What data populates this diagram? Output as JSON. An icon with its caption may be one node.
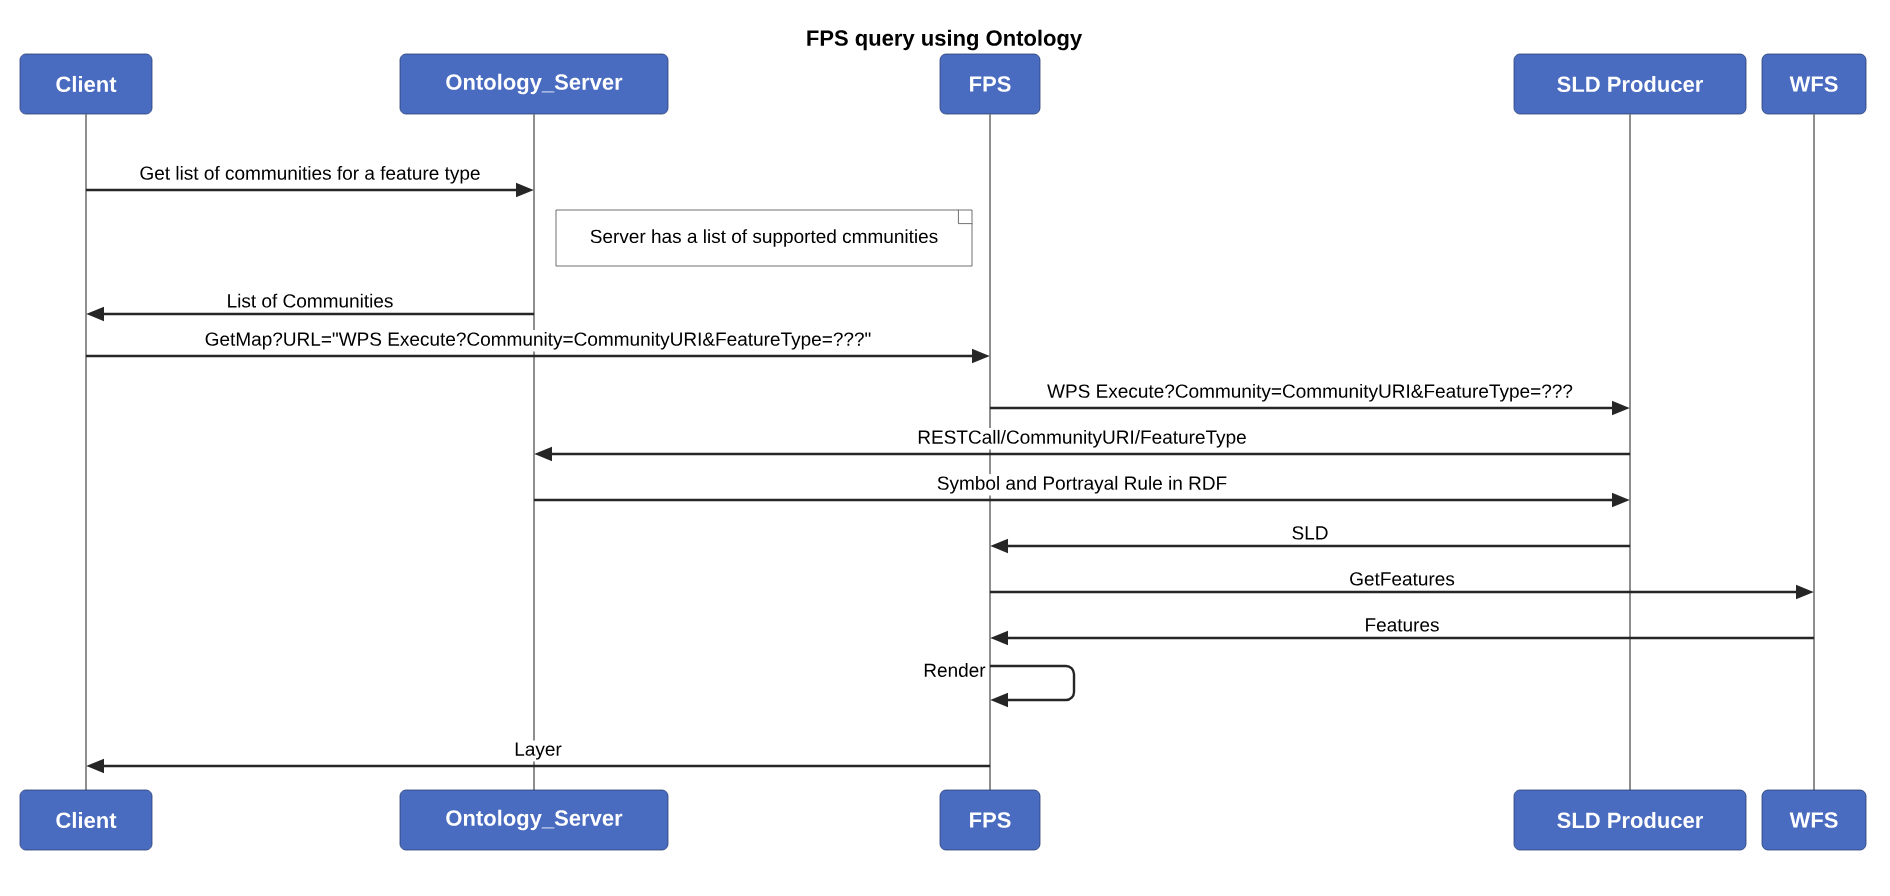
{
  "diagram": {
    "title": "FPS query using Ontology",
    "nodes": [
      {
        "text": [
          "Client"
        ]
      },
      {
        "text": [
          "Ontology_Server"
        ]
      },
      {
        "text": [
          "FPS"
        ]
      },
      {
        "text": [
          "SLD Producer"
        ]
      },
      {
        "text": [
          "WFS"
        ]
      },
      {
        "text": [],
        "shape": "line"
      },
      {
        "text": [],
        "shape": "line"
      },
      {
        "text": [],
        "shape": "line"
      },
      {
        "text": [],
        "shape": "line"
      },
      {
        "text": [],
        "shape": "line"
      },
      {
        "text": [
          "Client"
        ]
      },
      {
        "text": [
          "Ontology_Server"
        ]
      },
      {
        "text": [
          "FPS"
        ]
      },
      {
        "text": [
          "SLD Producer"
        ]
      },
      {
        "text": [
          "WFS"
        ]
      },
      {
        "text": [
          "Server has a list of supported cmmunities"
        ]
      }
    ],
    "edges": [
      {
        "from": 5,
        "to": 6,
        "arrow": "to",
        "label": "Get list of communities for a feature type"
      },
      {
        "from": 6,
        "to": 5,
        "arrow": "to",
        "label": "List of Communities"
      },
      {
        "from": 5,
        "to": 7,
        "arrow": "to",
        "label": "GetMap?URL=\"WPS Execute?Community=CommunityURI&FeatureType=???\""
      },
      {
        "from": 7,
        "to": 8,
        "arrow": "to",
        "label": "WPS Execute?Community=CommunityURI&FeatureType=???"
      },
      {
        "from": 8,
        "to": 6,
        "arrow": "to",
        "label": "RESTCall/CommunityURI/FeatureType"
      },
      {
        "from": 6,
        "to": 8,
        "arrow": "to",
        "label": "Symbol and Portrayal Rule in RDF"
      },
      {
        "from": 8,
        "to": 7,
        "arrow": "to",
        "label": "SLD"
      },
      {
        "from": 7,
        "to": 9,
        "arrow": "to",
        "label": "GetFeatures"
      },
      {
        "from": 9,
        "to": 7,
        "arrow": "to",
        "label": "Features"
      },
      {
        "from": 7,
        "to": 7,
        "arrow": "to",
        "label": "Render"
      },
      {
        "from": 7,
        "to": 5,
        "arrow": "to",
        "label": "Layer"
      }
    ]
  }
}
